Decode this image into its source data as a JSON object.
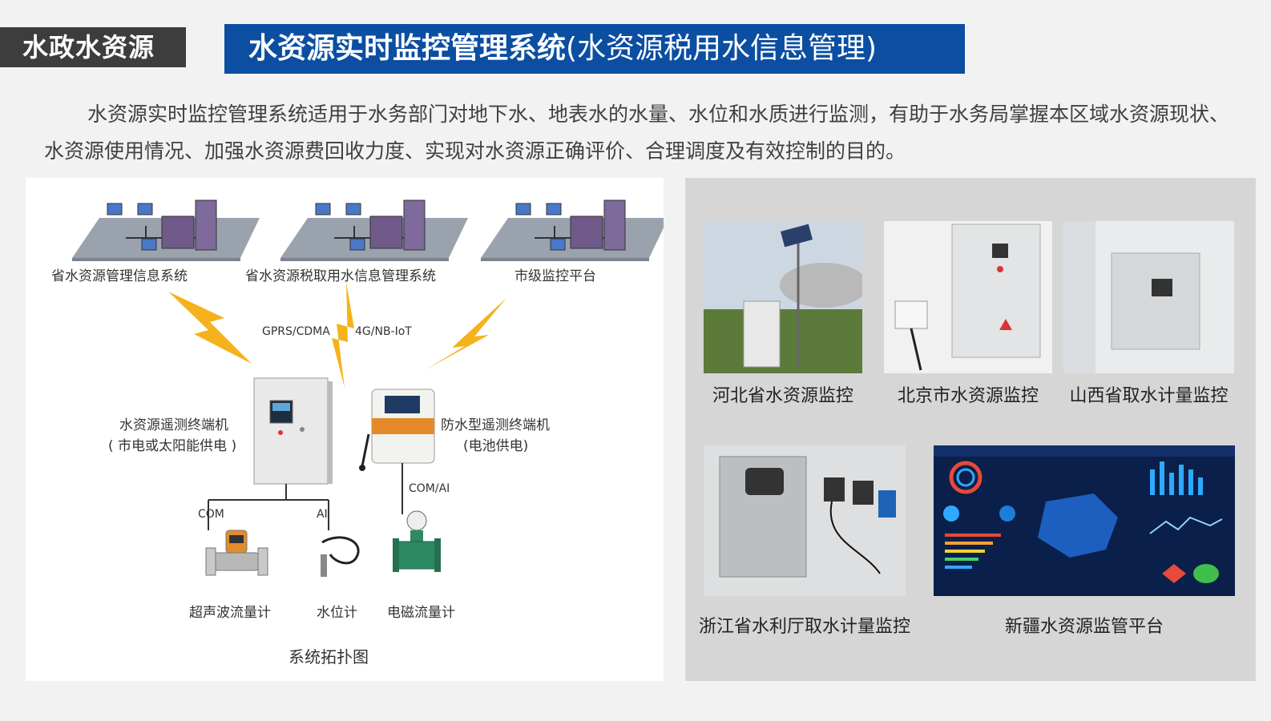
{
  "header": {
    "tag": "水政水资源",
    "title_bold": "水资源实时监控管理系统",
    "title_rest": "(水资源税用水信息管理)"
  },
  "intro": "水资源实时监控管理系统适用于水务部门对地下水、地表水的水量、水位和水质进行监测，有助于水务局掌握本区域水资源现状、水资源使用情况、加强水资源费回收力度、实现对水资源正确评价、合理调度及有效控制的目的。",
  "diagram": {
    "networks": [
      {
        "label": "省水资源管理信息系统"
      },
      {
        "label": "省水资源税取用水信息管理系统"
      },
      {
        "label": "市级监控平台"
      }
    ],
    "links": {
      "gprs": "GPRS/CDMA",
      "nbiot": "4G/NB-IoT"
    },
    "terminal_left": {
      "line1": "水资源遥测终端机",
      "line2": "( 市电或太阳能供电 )"
    },
    "terminal_right": {
      "line1": "防水型遥测终端机",
      "line2": "(电池供电)"
    },
    "ports": {
      "com": "COM",
      "ai": "AI",
      "com_ai": "COM/AI"
    },
    "devices": [
      {
        "label": "超声波流量计"
      },
      {
        "label": "水位计"
      },
      {
        "label": "电磁流量计"
      }
    ],
    "caption": "系统拓扑图"
  },
  "gallery": [
    {
      "caption": "河北省水资源监控"
    },
    {
      "caption": "北京市水资源监控"
    },
    {
      "caption": "山西省取水计量监控"
    },
    {
      "caption": "浙江省水利厅取水计量监控"
    },
    {
      "caption": "新疆水资源监管平台"
    }
  ],
  "colors": {
    "title_bg": "#0b4ea2",
    "tag_bg": "#3d3d3d",
    "lightning": "#f5b21c"
  }
}
